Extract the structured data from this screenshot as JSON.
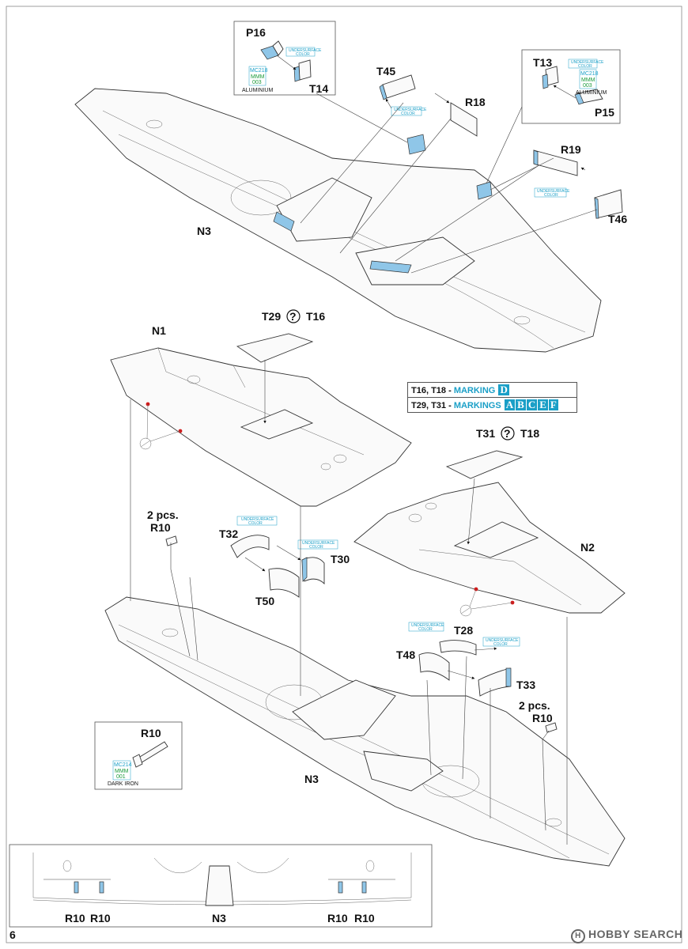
{
  "page_number": "6",
  "brand": {
    "logo_text": "H",
    "name": "HOBBY SEARCH"
  },
  "labels": {
    "P16": "P16",
    "T14": "T14",
    "T45": "T45",
    "R18": "R18",
    "T13": "T13",
    "P15": "P15",
    "R19": "R19",
    "T46": "T46",
    "N3": "N3",
    "N1": "N1",
    "N2": "N2",
    "T29": "T29",
    "T16": "T16",
    "T31": "T31",
    "T18": "T18",
    "T32": "T32",
    "T30": "T30",
    "T50": "T50",
    "T48": "T48",
    "T28": "T28",
    "T33": "T33",
    "R10": "R10",
    "two_pcs": "2 pcs."
  },
  "notes": {
    "undersurface_line1": "UNDERSURFACE",
    "undersurface_line2": "COLOR"
  },
  "color_boxes": {
    "aluminium": {
      "codes": [
        "MC218",
        "MMM",
        "003"
      ],
      "name": "ALUMINIUM",
      "accent": "#1a9fc7",
      "accent2": "#1a9a3a"
    },
    "dark_iron": {
      "codes": [
        "MC214",
        "MMM",
        "001"
      ],
      "name": "DARK IRON",
      "accent": "#1a9fc7",
      "accent2": "#1a9a3a"
    }
  },
  "markings": {
    "row1": {
      "parts": "T16, T18 -",
      "label": "MARKING",
      "letters": [
        "D"
      ]
    },
    "row2": {
      "parts": "T29, T31 -",
      "label": "MARKINGS",
      "letters": [
        "A",
        "B",
        "C",
        "E",
        "F"
      ]
    }
  },
  "question_symbol": "?",
  "colors": {
    "accent": "#1a9fc7",
    "part_blue": "#8fc6e8",
    "glue_red": "#d11a1a"
  }
}
